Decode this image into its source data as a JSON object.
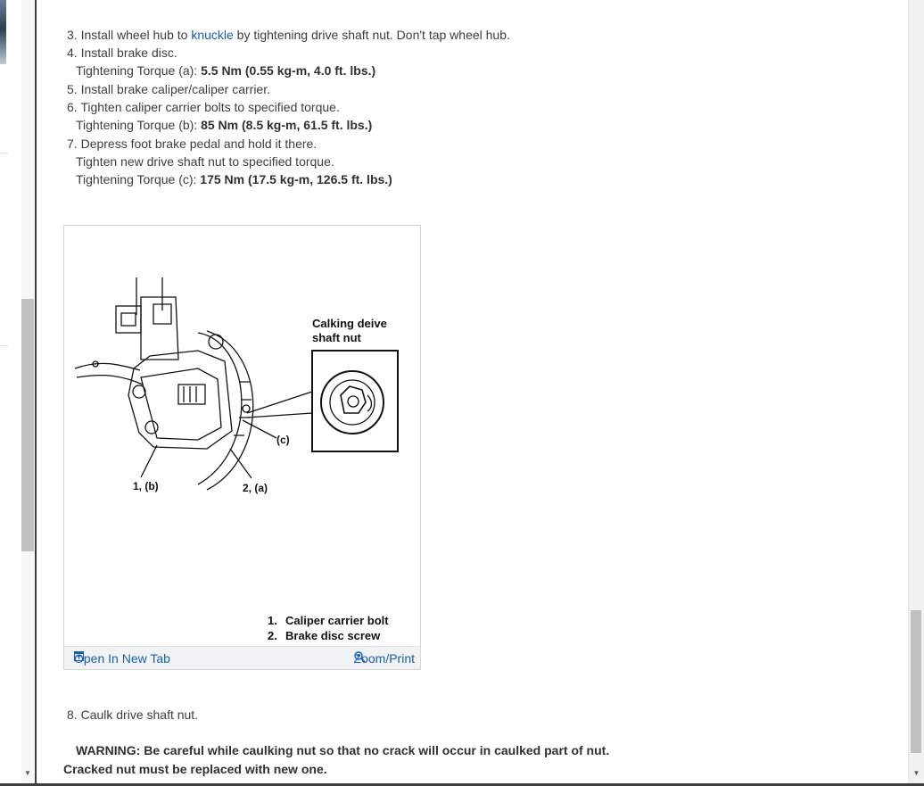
{
  "steps": [
    {
      "num": "3.",
      "pre": "Install wheel hub to ",
      "link": "knuckle",
      "post": " by tightening drive shaft nut. Don't tap wheel hub."
    },
    {
      "num": "4.",
      "text": "Install brake disc."
    },
    {
      "sub_label": "Tightening Torque (a): ",
      "sub_value": "5.5 Nm (0.55 kg-m, 4.0 ft. lbs.)"
    },
    {
      "num": "5.",
      "text": "Install brake caliper/caliper carrier."
    },
    {
      "num": "6.",
      "text": "Tighten caliper carrier bolts to specified torque."
    },
    {
      "sub_label": "Tightening Torque (b): ",
      "sub_value": "85 Nm (8.5 kg-m, 61.5 ft. lbs.)"
    },
    {
      "num": "7.",
      "text": "Depress foot brake pedal and hold it there."
    },
    {
      "sub_text": "Tighten new drive shaft nut to specified torque."
    },
    {
      "sub_label": "Tightening Torque (c): ",
      "sub_value": "175 Nm (17.5 kg-m, 126.5 ft. lbs.)"
    },
    {
      "num": "8.",
      "text": "Caulk drive shaft nut."
    }
  ],
  "figure": {
    "callout_title_line1": "Calking deive",
    "callout_title_line2": "shaft nut",
    "label_1b": "1, (b)",
    "label_2a": "2, (a)",
    "label_c": "(c)",
    "legend": [
      {
        "num": "1.",
        "text": "Caliper carrier bolt"
      },
      {
        "num": "2.",
        "text": "Brake disc screw"
      }
    ],
    "open_new_tab": "Open In New Tab",
    "zoom_print": "Zoom/Print"
  },
  "warning": {
    "line1": "WARNING: Be careful while caulking nut so that no crack will occur in caulked part of nut.",
    "line2": "Cracked nut must be replaced with new one."
  },
  "icons": {
    "open_tab": "open-in-new-tab-icon",
    "zoom": "zoom-in-icon",
    "scroll_down": "scroll-down-arrow-icon"
  },
  "colors": {
    "link": "#1a5fa8",
    "text": "#3d3d3d",
    "footer_bg": "#f0f2f4"
  }
}
